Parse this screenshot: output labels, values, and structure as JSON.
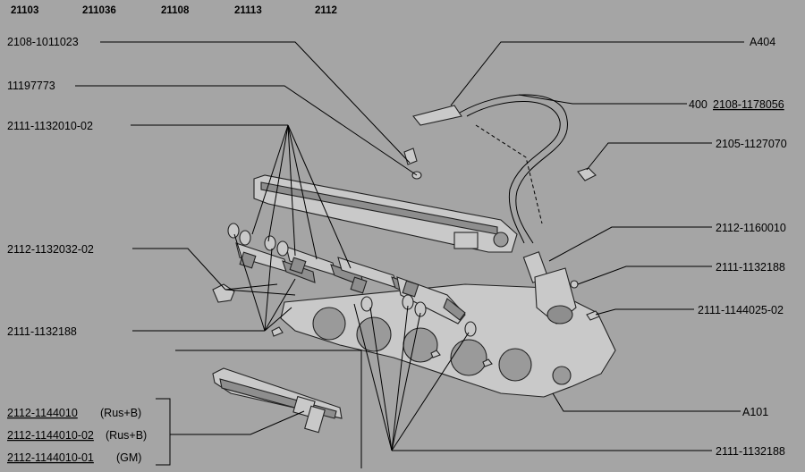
{
  "models": [
    "21103",
    "211036",
    "21108",
    "21113",
    "2112"
  ],
  "callouts_left": [
    "2108-1011023",
    "11197773",
    "2111-1132010-02",
    "2112-1132032-02",
    "2111-1132188"
  ],
  "callouts_right": [
    "A404",
    "400",
    "2108-1178056",
    "2105-1127070",
    "2112-1160010",
    "2111-1132188",
    "2111-1144025-02",
    "A101",
    "2111-1132188"
  ],
  "variants": [
    {
      "number": "2112-1144010",
      "note": "(Rus+B)"
    },
    {
      "number": "2112-1144010-02",
      "note": "(Rus+B)"
    },
    {
      "number": "2112-1144010-01",
      "note": "(GM)"
    }
  ]
}
